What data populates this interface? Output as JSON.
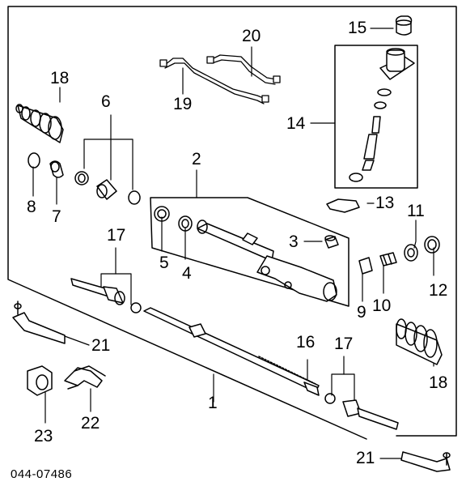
{
  "diagram": {
    "code": "044-07486",
    "callouts": {
      "c1": "1",
      "c2": "2",
      "c3": "3",
      "c4": "4",
      "c5": "5",
      "c6": "6",
      "c7": "7",
      "c8": "8",
      "c9": "9",
      "c10": "10",
      "c11": "11",
      "c12": "12",
      "c13": "13",
      "c14": "14",
      "c15": "15",
      "c16": "16",
      "c17a": "17",
      "c17b": "17",
      "c18a": "18",
      "c18b": "18",
      "c19": "19",
      "c20": "20",
      "c21a": "21",
      "c21b": "21",
      "c22": "22",
      "c23": "23"
    }
  }
}
